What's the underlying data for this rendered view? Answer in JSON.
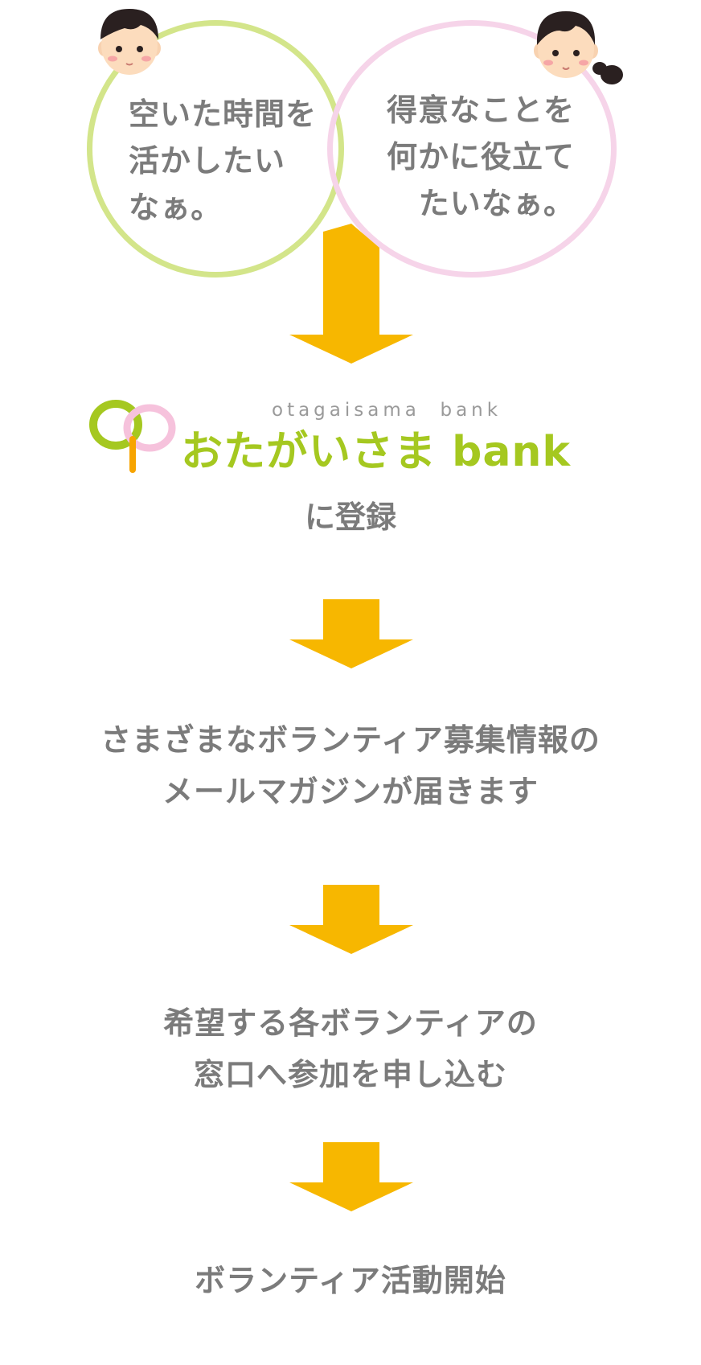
{
  "bubbles": {
    "left": {
      "lines": [
        "空いた時間を",
        "活かしたい",
        "なぁ。"
      ]
    },
    "right": {
      "lines": [
        "得意なことを",
        "何かに役立て",
        "たいなぁ。"
      ]
    }
  },
  "logo": {
    "romaji": "otagaisama  bank",
    "name": "おたがいさま bank"
  },
  "register_text": "に登録",
  "steps": [
    {
      "lines": [
        "さまざまなボランティア募集情報の",
        "メールマガジンが届きます"
      ]
    },
    {
      "lines": [
        "希望する各ボランティアの",
        "窓口へ参加を申し込む"
      ]
    },
    {
      "lines": [
        "ボランティア活動開始"
      ]
    }
  ],
  "colors": {
    "text": "#7b7b7b",
    "arrow": "#f7b700",
    "green": "#a5c820",
    "green_circle": "#d3e58a",
    "pink_circle": "#f6d4e9"
  },
  "icons": [
    "boy-face-icon",
    "girl-face-icon",
    "logo-mark-icon",
    "down-arrow-icon"
  ]
}
